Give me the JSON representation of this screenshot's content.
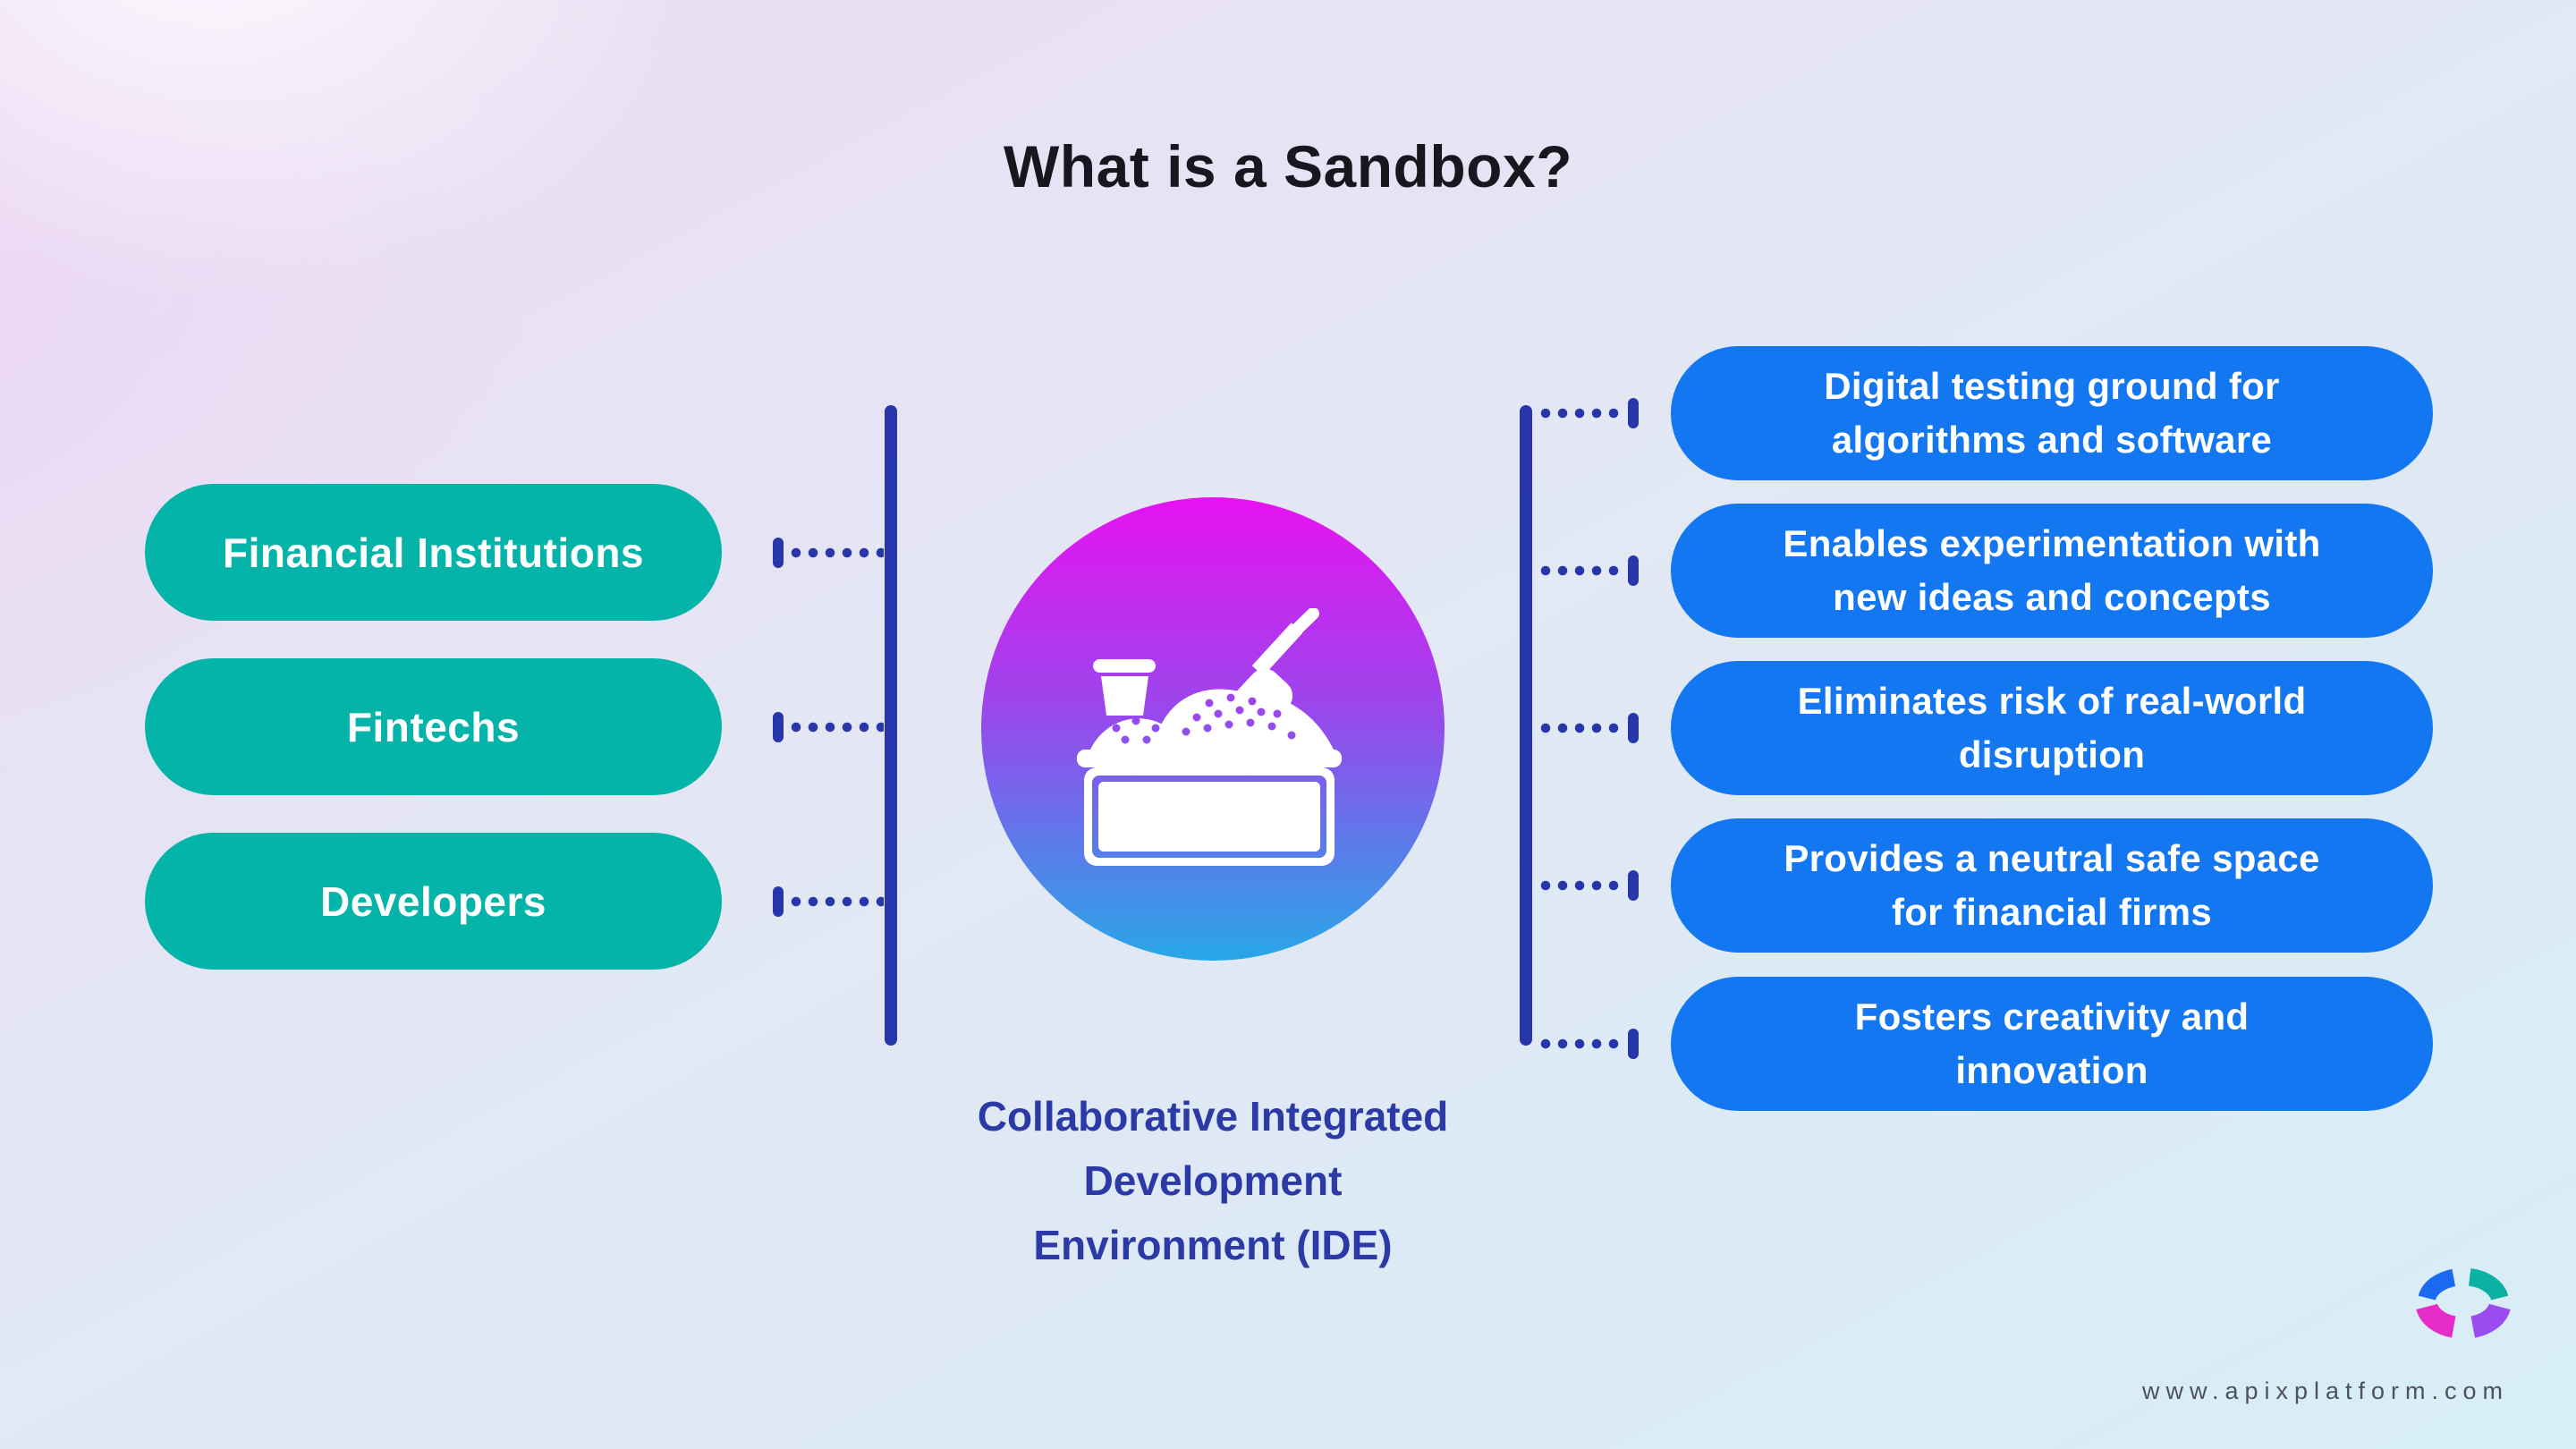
{
  "title": "What is a Sandbox?",
  "left_pills": [
    "Financial Institutions",
    "Fintechs",
    "Developers"
  ],
  "right_pills": [
    {
      "line1": "Digital testing ground for",
      "line2": "algorithms and software"
    },
    {
      "line1": "Enables experimentation with",
      "line2": "new ideas and concepts"
    },
    {
      "line1": "Eliminates risk of real-world",
      "line2": "disruption"
    },
    {
      "line1": "Provides a neutral safe space",
      "line2": "for financial firms"
    },
    {
      "line1": "Fosters creativity and",
      "line2": "innovation"
    }
  ],
  "center_caption": {
    "line1": "Collaborative Integrated",
    "line2": "Development",
    "line3": "Environment (IDE)"
  },
  "footer": {
    "url": "www.apixplatform.com"
  },
  "icons": {
    "center": "sandbox-icon",
    "logo": "apix-ring-logo"
  },
  "colors": {
    "actor_pill_teal": "#04b4a8",
    "benefit_pill_blue": "#1277f0",
    "connector_ink": "#2737a9",
    "caption_blue": "#2b3aa6",
    "title_ink": "#17171f",
    "url_gray": "#4d525e",
    "circle_gradient_top": "#e712f0",
    "circle_gradient_mid": "#9a47ec",
    "circle_gradient_bottom": "#27a7e7",
    "logo_blue": "#1b6bf2",
    "logo_teal": "#0cb1a3",
    "logo_magenta": "#e52cc8",
    "logo_purple": "#9b4bf0"
  }
}
